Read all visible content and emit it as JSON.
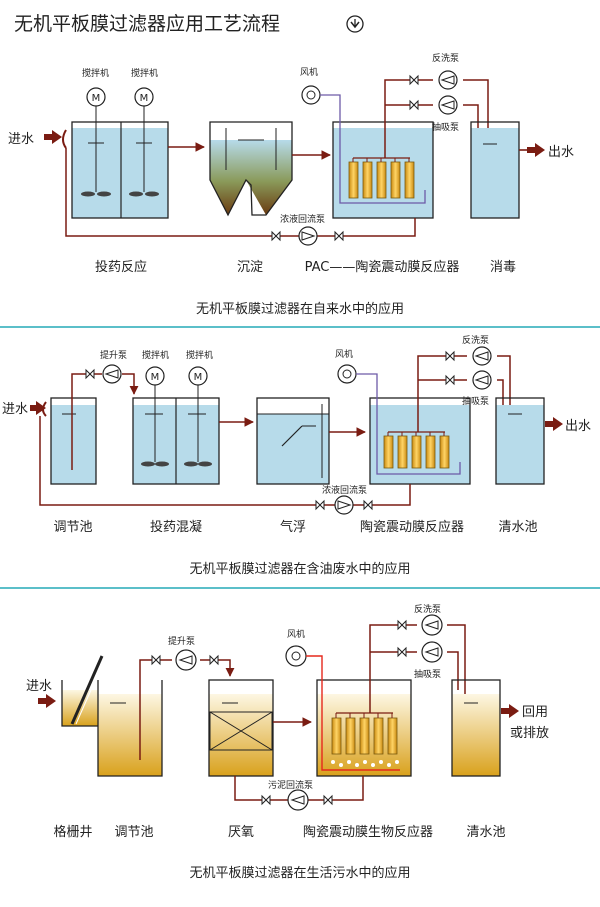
{
  "page": {
    "title": "无机平板膜过滤器应用工艺流程",
    "title_icon": "down-arrow-circle-icon",
    "divider_color": "#5bbfc9",
    "pipe_color": "#7a1c12",
    "water_color": "#b7dbea",
    "membrane_color": "#f0b83a"
  },
  "panel1": {
    "caption": "无机平板膜过滤器在自来水中的应用",
    "inlet": "进水",
    "outlet": "出水",
    "mixer1": "搅拌机",
    "mixer2": "搅拌机",
    "motor": "M",
    "blower": "风机",
    "backwash_pump": "反洗泵",
    "suction_pump": "抽吸泵",
    "return_pump": "浓液回流泵",
    "stages": [
      "投药反应",
      "沉淀",
      "PAC——陶瓷震动膜反应器",
      "消毒"
    ]
  },
  "panel2": {
    "caption": "无机平板膜过滤器在含油废水中的应用",
    "inlet": "进水",
    "outlet": "出水",
    "lift_pump": "提升泵",
    "mixer1": "搅拌机",
    "mixer2": "搅拌机",
    "motor": "M",
    "blower": "风机",
    "backwash_pump": "反洗泵",
    "suction_pump": "抽吸泵",
    "return_pump": "浓液回流泵",
    "stages": [
      "调节池",
      "投药混凝",
      "气浮",
      "陶瓷震动膜反应器",
      "清水池"
    ]
  },
  "panel3": {
    "caption": "无机平板膜过滤器在生活污水中的应用",
    "inlet": "进水",
    "outlet_line1": "回用",
    "outlet_line2": "或排放",
    "lift_pump": "提升泵",
    "blower": "风机",
    "backwash_pump": "反洗泵",
    "suction_pump": "抽吸泵",
    "return_pump": "污泥回流泵",
    "stages": [
      "格栅井",
      "调节池",
      "厌氧",
      "陶瓷震动膜生物反应器",
      "清水池"
    ]
  }
}
